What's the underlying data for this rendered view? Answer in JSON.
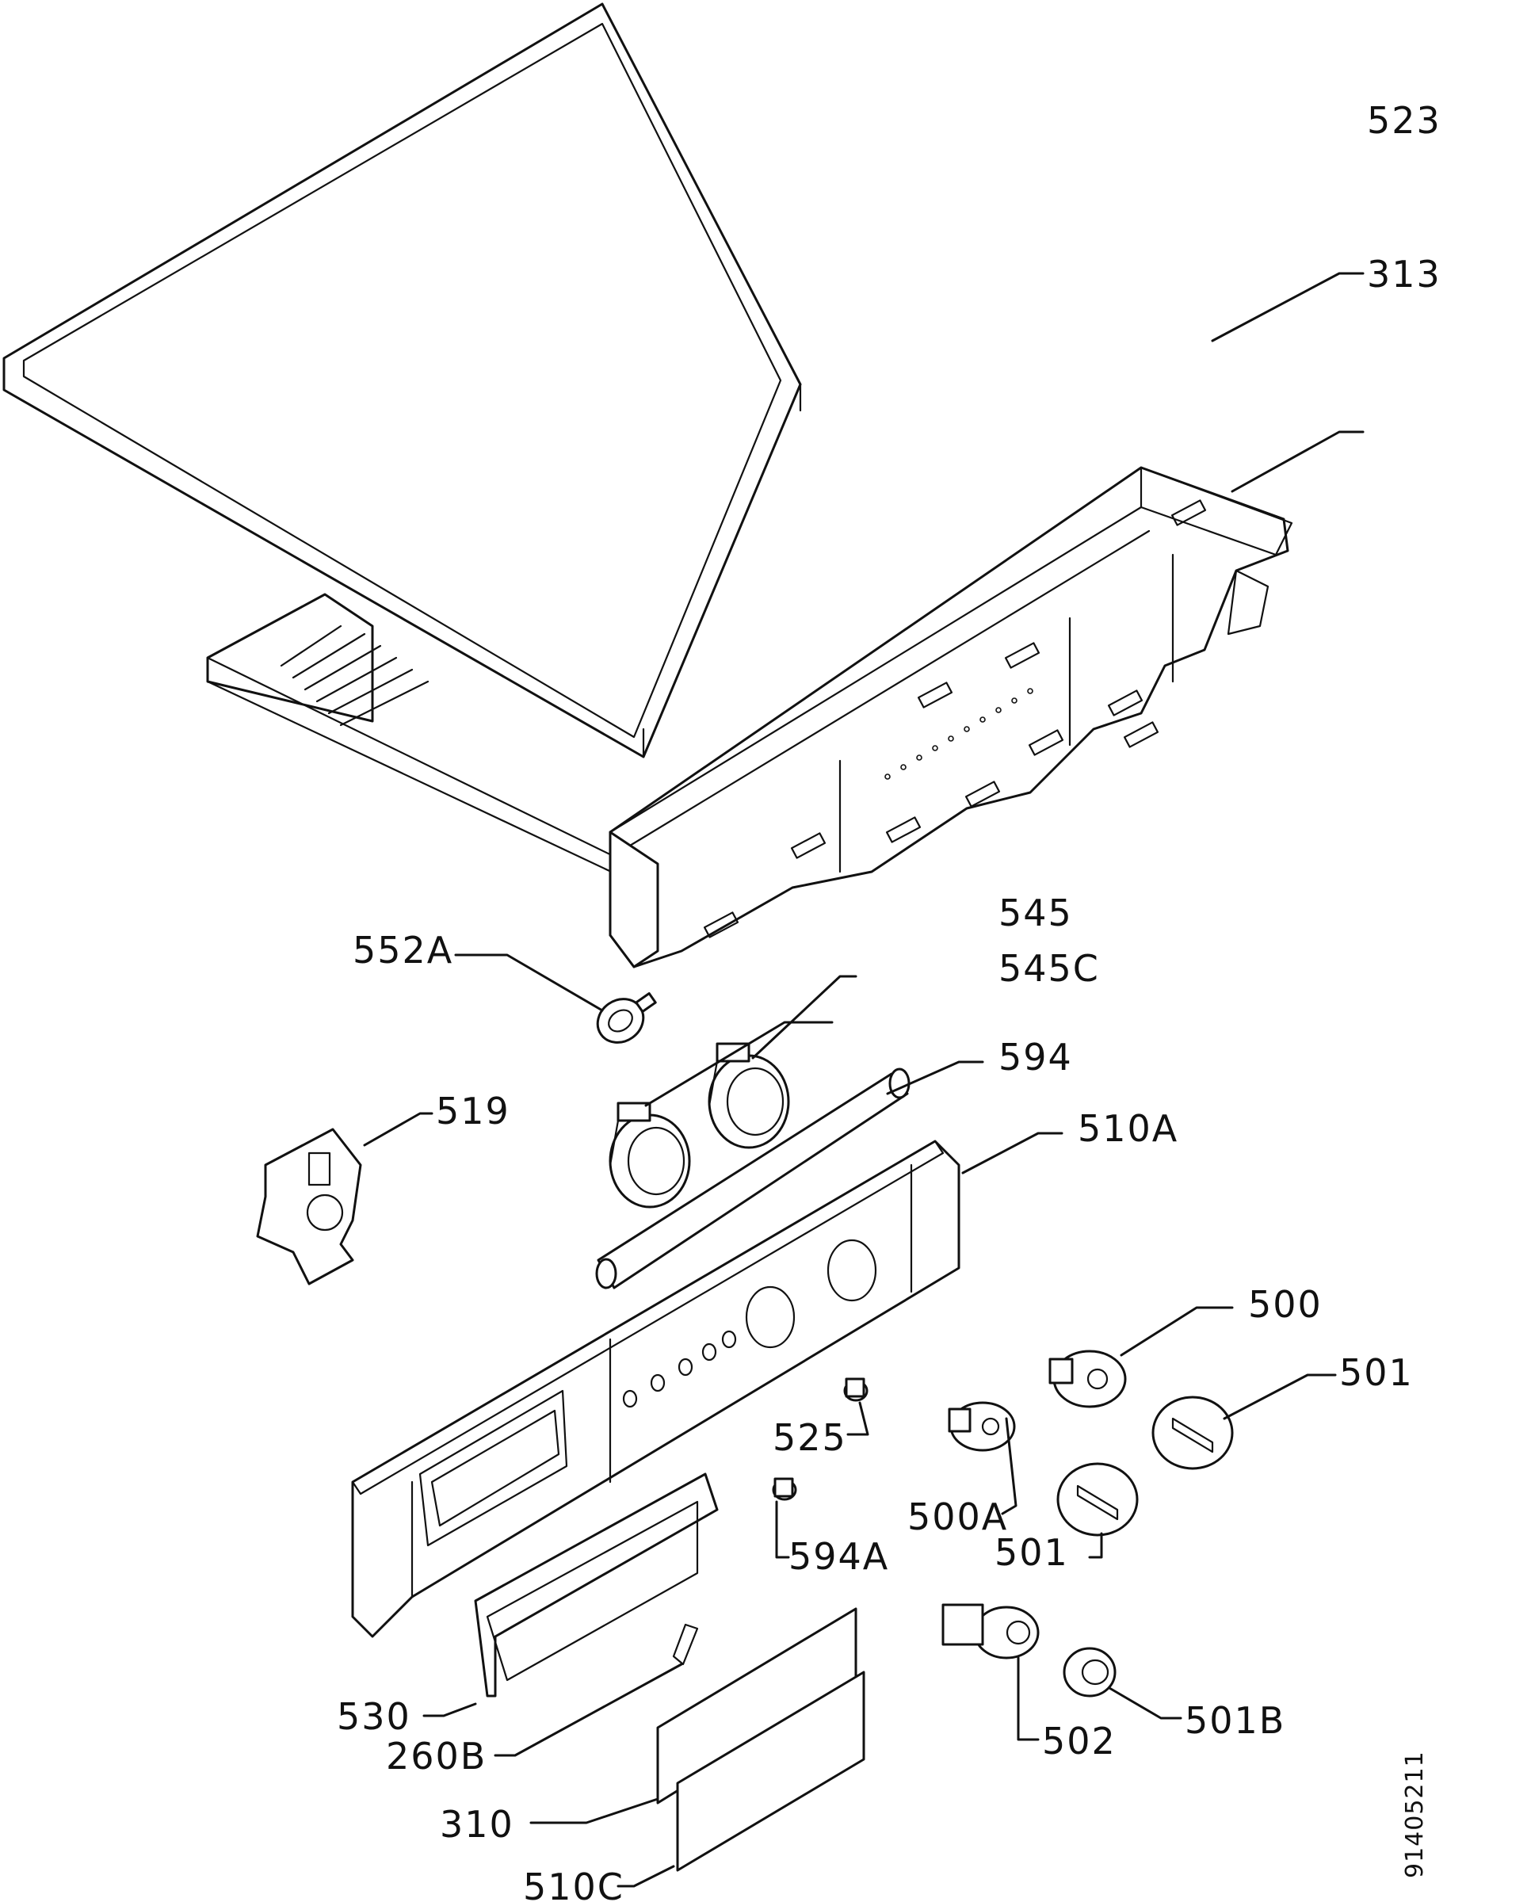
{
  "diagram": {
    "callouts": [
      {
        "id": "313",
        "text": "313"
      },
      {
        "id": "523",
        "text": "523"
      },
      {
        "id": "545",
        "text": "545"
      },
      {
        "id": "545C",
        "text": "545C"
      },
      {
        "id": "552A",
        "text": "552A"
      },
      {
        "id": "594",
        "text": "594"
      },
      {
        "id": "519",
        "text": "519"
      },
      {
        "id": "510A",
        "text": "510A"
      },
      {
        "id": "500",
        "text": "500"
      },
      {
        "id": "501-top",
        "text": "501"
      },
      {
        "id": "525",
        "text": "525"
      },
      {
        "id": "500A",
        "text": "500A"
      },
      {
        "id": "501-mid",
        "text": "501"
      },
      {
        "id": "594A",
        "text": "594A"
      },
      {
        "id": "530",
        "text": "530"
      },
      {
        "id": "260B",
        "text": "260B"
      },
      {
        "id": "310",
        "text": "310"
      },
      {
        "id": "510C",
        "text": "510C"
      },
      {
        "id": "502",
        "text": "502"
      },
      {
        "id": "501B",
        "text": "501B"
      }
    ],
    "document_number": "91405211",
    "line_color": "#111111",
    "background_color": "#ffffff"
  }
}
